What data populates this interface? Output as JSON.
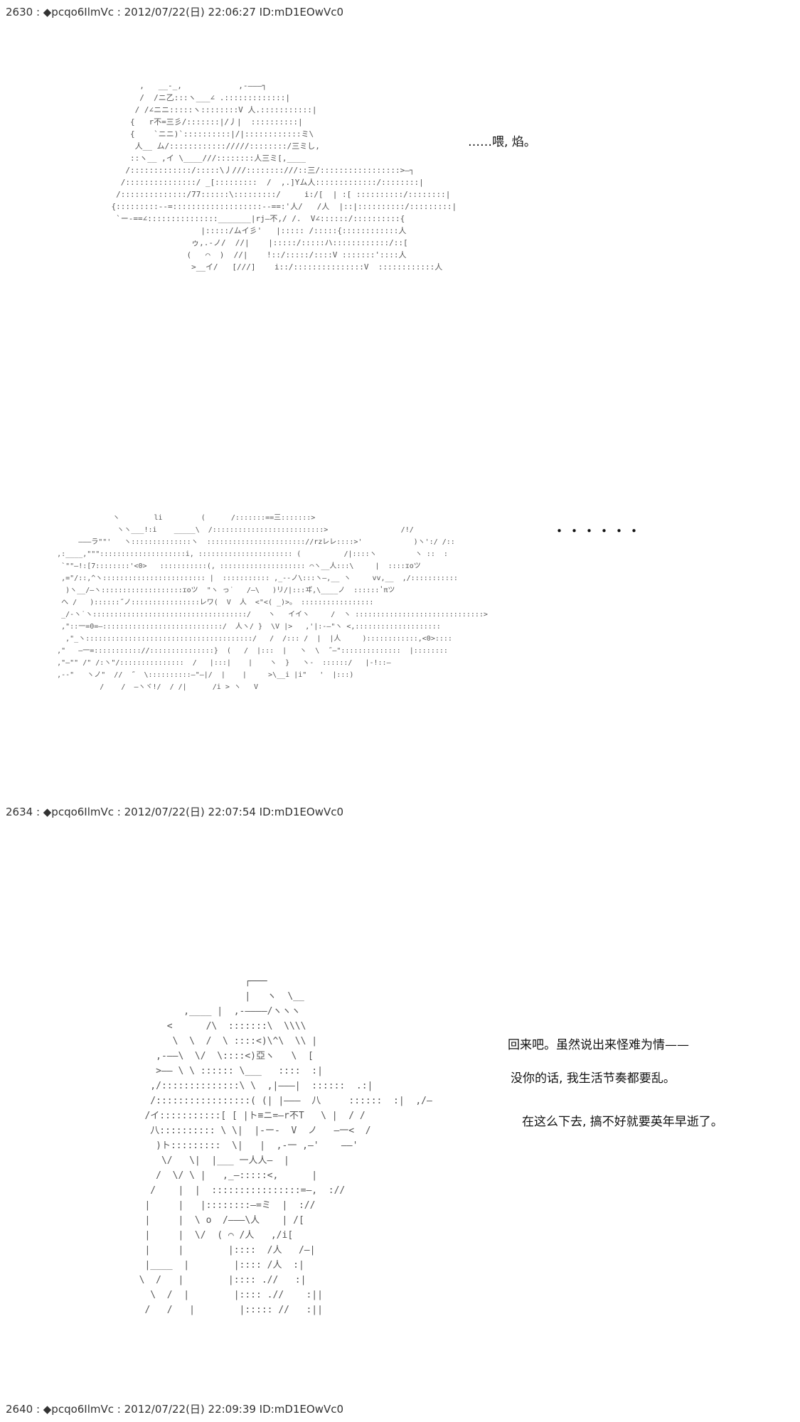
{
  "posts": [
    {
      "header": "2630 : ◆pcqo6IlmVc : 2012/07/22(日) 22:06:27 ID:mD1EOwVc0",
      "dialogue": [
        "……喂, 焰。"
      ]
    },
    {
      "header": "",
      "dialogue": [
        "・・・・・・"
      ]
    },
    {
      "header": "2634 : ◆pcqo6IlmVc : 2012/07/22(日) 22:07:54 ID:mD1EOwVc0",
      "dialogue": [
        "回来吧。虽然说出来怪难为情——",
        "没你的话, 我生活节奏都要乱。",
        "在这么下去, 搞不好就要英年早逝了。"
      ]
    },
    {
      "header": "2640 : ◆pcqo6IlmVc : 2012/07/22(日) 22:09:39 ID:mD1EOwVc0",
      "dialogue": []
    }
  ],
  "ascii_art": {
    "aa1": [
      "          ,   __-_,            ,-―――┐",
      "          /  /ニ乙:::ヽ___∠ .:::::::::::::|",
      "         / /∠ニニ:::::ヽ::::::::V 人.:::::::::::|",
      "        {   r不=三彡/:::::::|/丿|  ::::::::::|",
      "        {    `ニニ)`::::::::::|/|::::::::::::ミ\\",
      "         人__ ム/:::::::::::://///::::::::/三ミし,",
      "        ::ヽ__ ,イ \\____///::::::::人三ミ[,____",
      "       /:::::::::::::/:::::\\丿///::::::::///::三/:::::::::::::::::>―┐",
      "      /:::::::::::::::/ _[:::::::::  /  ,.]Yム人:::::::::::::/::::::::|",
      "     /::::::::::::::/77::::::\\:::::::::/     i:/[  | :[ ::::::::::/::::::::|",
      "    {:::::::::--=:::::::::::::::::::--==:'人/   /人  |::|::::::::::/:::::::::|",
      "     `ー-==∠:::::::::::::::_______|rj―不,/ /.  V∠::::::/::::::::::{",
      "                       |:::::/ムイ彡'   |::::: /:::::{::::::::::::人",
      "                     ゥ,.‐ノ/  //|    |:::::/:::::ハ::::::::::::/::[",
      "                    (   ⌒  )  //|    !::/:::::/::::V :::::::'::::人",
      "                     >__イ/   [///]    i::/:::::::::::::::V  ::::::::::::人"
    ],
    "aa2": [
      "                  ヽ        li         (      /:::::::==三:::::::>",
      "                   ヽヽ___!:i    _____\\  /::::::::::::::::::::::::::>                 /!/",
      "          ―――ラ\"\"'   ヽ::::::::::::::ヽ  ::::::::::::::::::::::://rzレレ::::>'            )ヽ':/ /::",
      "     ,:____,\"\"\"::::::::::::::::::::i, :::::::::::::::::::::: (          /|::::ヽ         ヽ ::  :",
      "      `\"\"―!:[7::::::::'<0>   :::::::::::(, :::::::::::::::::::: ⌒ヽ__人:::\\     |  ::::ɪοツ",
      "      ,=\"/::,^ヽ:::::::::::::::::::::::: |  ::::::::::: ,_--ノ\\:::ヽ―,__ ヽ     vv,__  ,/:::::::::::",
      "       )ヽ__/―ヽ:::::::::::::::::::ɪοツ  \"ヽ っ˙   /―\\   )リ/|:::ヸ,\\____ノ  ::::::ʽπツ",
      "      へ /   )::::::˝ノ::::::::::::::::レワ(  V  人  <\"<( _)>。 :::::::::::::::::",
      "      _/-ヽ˙ヽ::::::::::::::::::::::::::::::::::::/    ヽ   イイヽ     /  ヽ ::::::::::::::::::::::::::::::>",
      "      ,\"::一=0=―::::::::::::::::::::::::::::/  人ヽ/ }  \\V |>   ,'|:-―\"ヽ <,::::::::::::::::::::",
      "       ,\"_ヽ:::::::::::::::::::::::::::::::::::::::/   /  /::: /  |  |人     )::::::::::::,<0>::::",
      "     ,\"   ―一=::::::::::://:::::::::::::::}  (   /  |:::  |   ヽ  \\  ˝―\"::::::::::::::  |::::::::",
      "     ,\"―\"\" /\" /:ヽ\"/:::::::::::::::  /   |:::|    |    ヽ  }   ヽ-  ::::::/   |-!::―",
      "     ,--\"   ヽノ\"  //  ˝  \\::::::::::―\"―|/  |    |     >\\__i |i\"   '  |:::)",
      "               /    /  ―ヽヾ!/  / /|      /i > ヽ   V"
    ],
    "aa3": [
      "                     ┌───",
      "                     |   ヽ  \\__",
      "          ,____ |  ,-――――/ヽヽヽ",
      "       <      /\\  :::::::\\  \\\\\\\\",
      "        \\  \\  /  \\ ::::<)\\^\\  \\\\ |",
      "     ,-――\\  \\/  \\::::<)亞ヽ   \\  [",
      "     >―― \\ \\ :::::: \\___   ::::  :|",
      "    ,/::::::::::::::\\ \\  ,|―――|  ::::::  .:|",
      "    /:::::::::::::::::( (| |―――  八     ::::::  :|  ,/―",
      "   /イ:::::::::::[ [ |ト≡ニ=―r不T   \\ |  / /",
      "    八:::::::::: \\ \\|  |-ー-  V  ノ   ―一<  /",
      "     )ト:::::::::  \\|   |  ,-一 ,―'    ――'",
      "      \\/   \\|  |___ 一人人―  |",
      "     /  \\/ \\ |   ,_―:::::<,      |",
      "    /    |  |  ::::::::::::::::=―,  ://",
      "   |     |   |::::::::―=ミ  |  ://",
      "   |     |  \\ o  /―――\\人    | /[",
      "   |     |  \\/  ( ⌒ /人   ,/i[",
      "   |     |        |::::  /人   /―|",
      "   |____  |        |:::: /人  :|",
      "  \\  /   |        |:::: .//   :|",
      "    \\  /  |        |:::: .//    :||",
      "   /   /   |        |::::: //   :||"
    ]
  }
}
